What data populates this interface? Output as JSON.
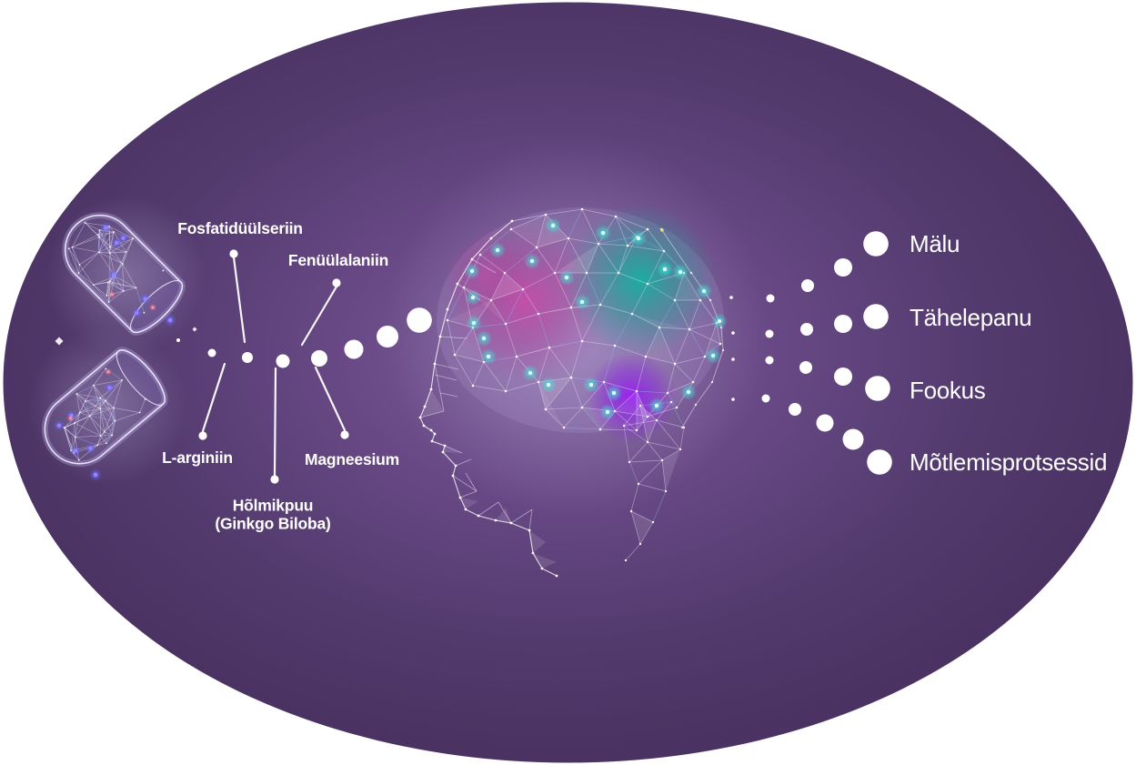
{
  "ingredients": [
    {
      "label": "Fosfatidüülseriin"
    },
    {
      "label": "Fenüülalaniin"
    },
    {
      "label": "L-arginiin"
    },
    {
      "label": "Hõlmikpuu",
      "sublabel": "(Ginkgo Biloba)"
    },
    {
      "label": "Magneesium"
    }
  ],
  "benefits": [
    {
      "label": "Mälu"
    },
    {
      "label": "Tähelepanu"
    },
    {
      "label": "Fookus"
    },
    {
      "label": "Mõtlemisprotsessid"
    }
  ],
  "icons": {
    "capsules": "wireframe-capsule-halves",
    "head": "low-poly-head-profile",
    "brain": "glowing-polygon-brain",
    "flow": "growing-dot-stream",
    "sparkle": "four-point-star"
  },
  "colors": {
    "outer_background": "#ffffff",
    "ellipse_center": "#7e609b",
    "ellipse_edge": "#452e5c",
    "text": "#ffffff",
    "flow_dot": "#ffffff",
    "wireframe": "#e6def8",
    "wireframe_accent": "#8fb5ff",
    "brain_magenta": "#c443a4",
    "brain_teal": "#12a496",
    "brain_violet": "#9124e6",
    "node_glow_cyan": "#3fe8dc",
    "particle_blue": "#6f66ff",
    "particle_red": "#ff7f92",
    "particle_yellow": "#ffe95c"
  }
}
